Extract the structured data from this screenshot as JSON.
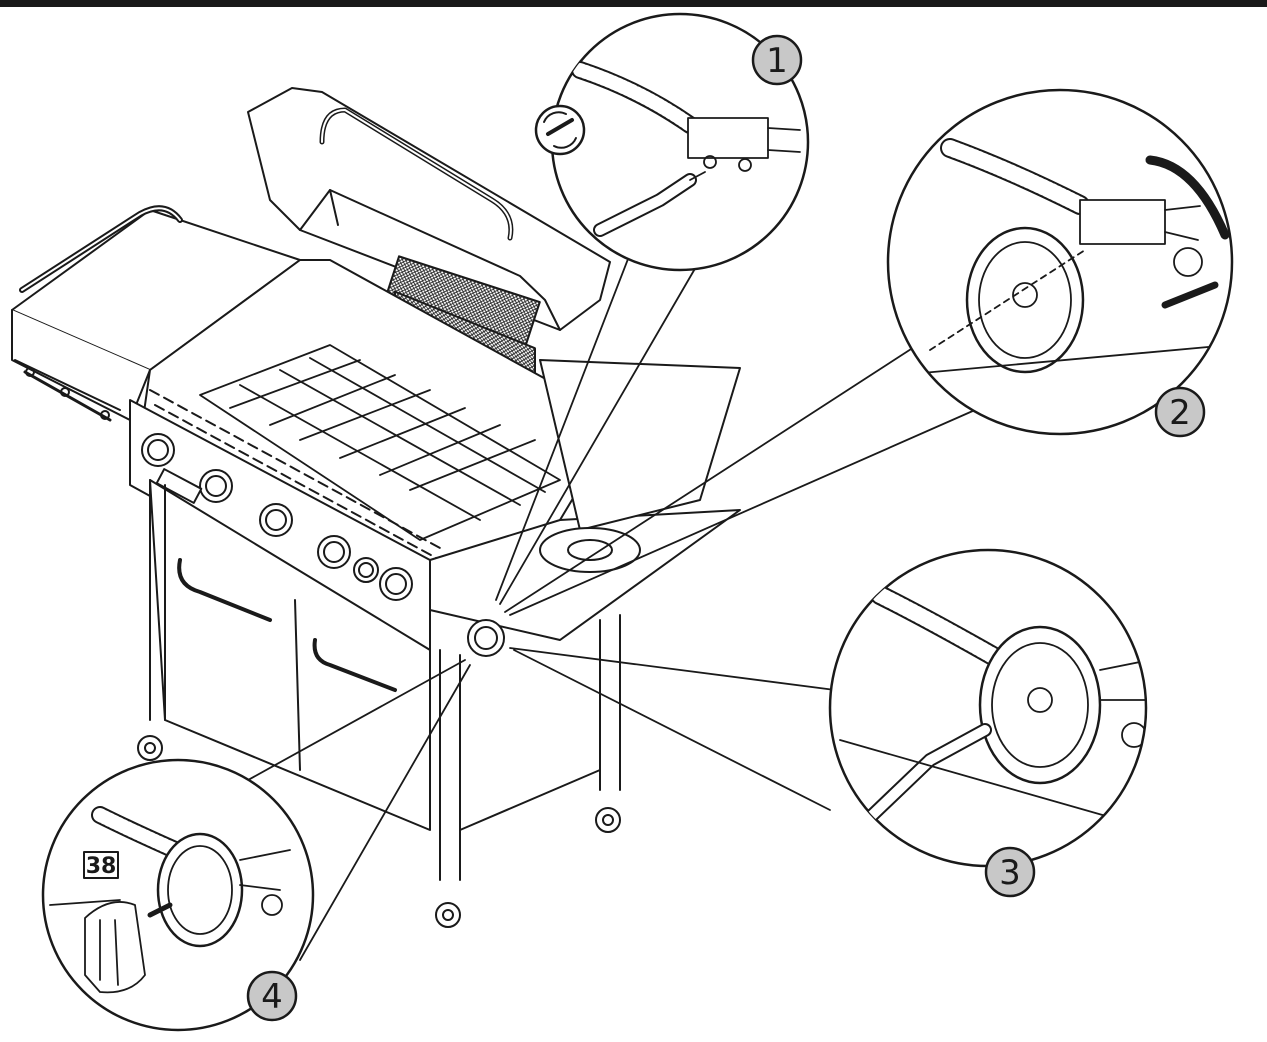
{
  "colors": {
    "ink": "#1a1a1a",
    "badge_fill": "#c8c8c8",
    "grille": "#3a3a3a",
    "topbar": "#1a1a1a"
  },
  "steps": [
    {
      "number": "1",
      "icon": "screwdriver-rotate-icon"
    },
    {
      "number": "2",
      "icon": "rotate-arrows-icon"
    },
    {
      "number": "3",
      "icon": "screw-turn-icon"
    },
    {
      "number": "4",
      "icon": "knob-push-icon"
    }
  ],
  "part_label": "38"
}
